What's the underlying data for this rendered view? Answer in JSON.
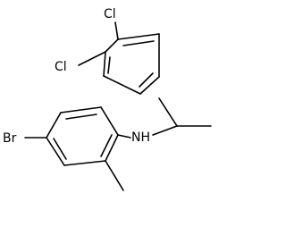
{
  "structure": {
    "atoms": {
      "cl_top": "Cl",
      "cl_left": "Cl",
      "nh": "NH",
      "br": "Br"
    },
    "colors": {
      "bond": "#000000",
      "label": "#000000",
      "background": "#ffffff"
    }
  }
}
